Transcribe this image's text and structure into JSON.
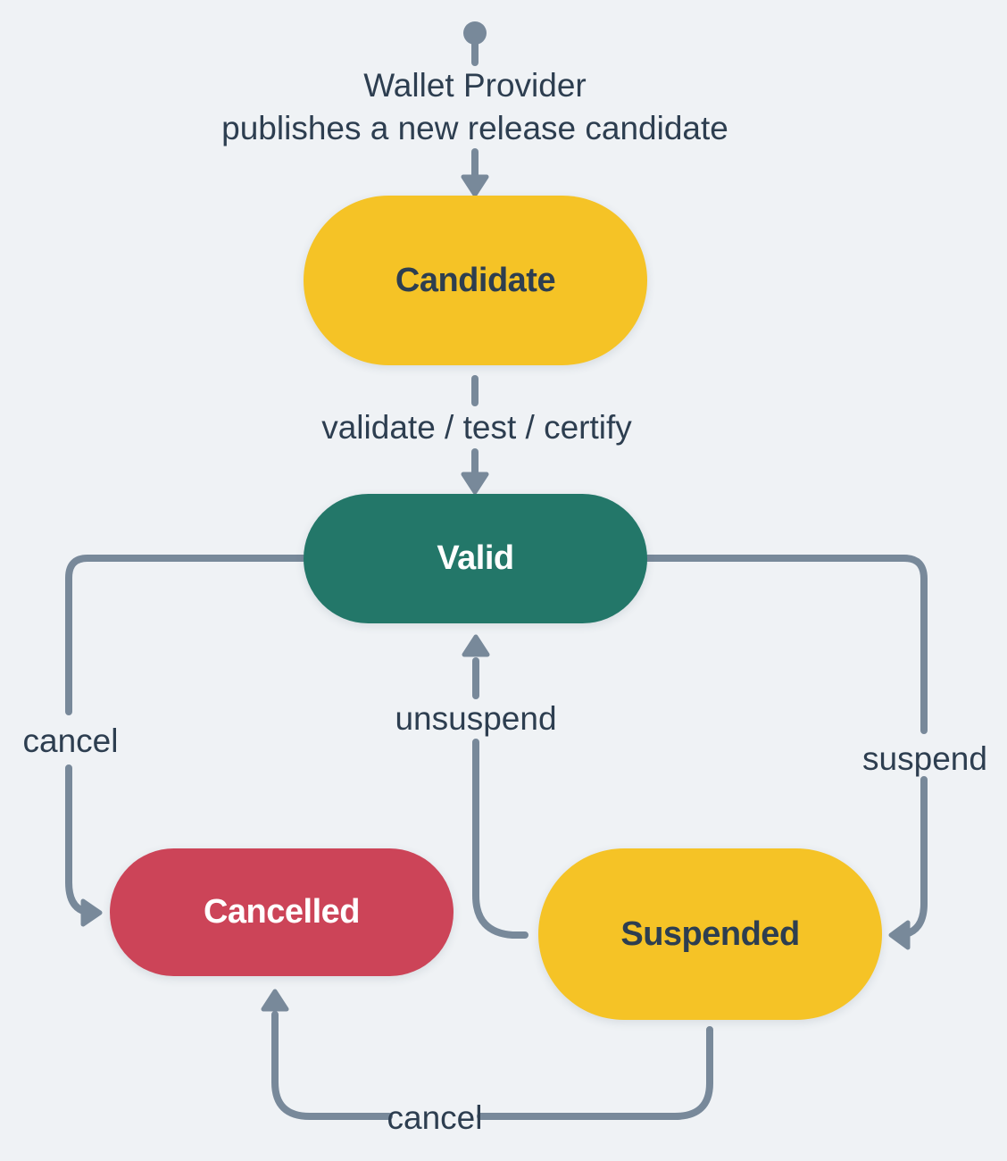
{
  "diagram": {
    "background_color": "#EFF2F5",
    "connector_color": "#78899A",
    "text_color": "#2D3E50",
    "start": {
      "icon": "start-state-dot",
      "caption_line1": "Wallet Provider",
      "caption_line2": "publishes a new release candidate"
    },
    "nodes": {
      "candidate": {
        "label": "Candidate",
        "fill": "#F5C326",
        "text_color": "#2D3E50"
      },
      "valid": {
        "label": "Valid",
        "fill": "#237769",
        "text_color": "#FFFFFF"
      },
      "cancelled": {
        "label": "Cancelled",
        "fill": "#CC4458",
        "text_color": "#FFFFFF"
      },
      "suspended": {
        "label": "Suspended",
        "fill": "#F5C326",
        "text_color": "#2D3E50"
      }
    },
    "edges": {
      "publish": {
        "label": ""
      },
      "validate": {
        "label": "validate / test / certify"
      },
      "cancel_left": {
        "label": "cancel"
      },
      "unsuspend": {
        "label": "unsuspend"
      },
      "suspend": {
        "label": "suspend"
      },
      "cancel_bottom": {
        "label": "cancel"
      }
    }
  }
}
